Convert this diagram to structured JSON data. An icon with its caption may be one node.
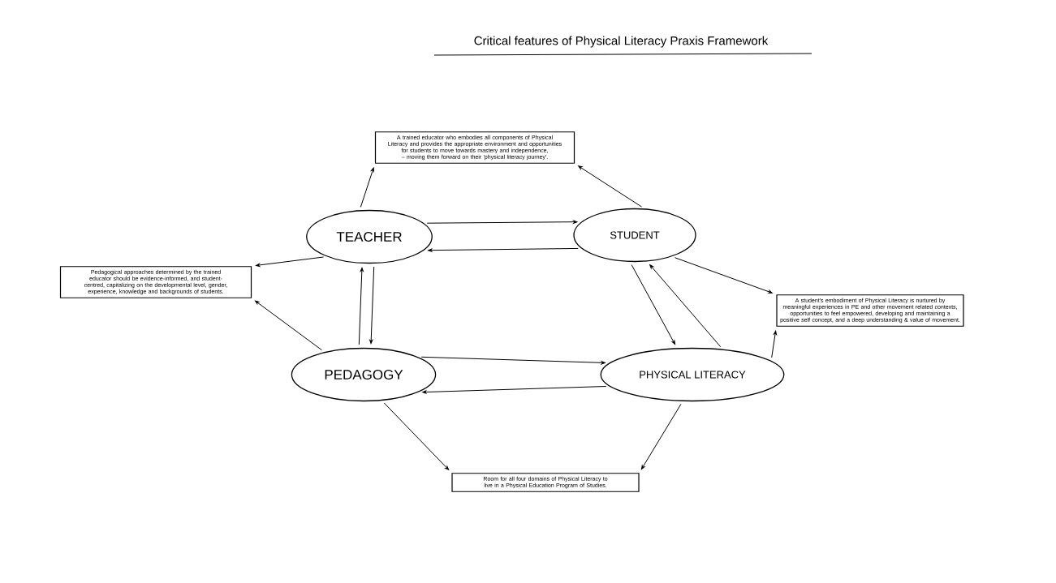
{
  "diagram": {
    "title": "Critical features of Physical Literacy Praxis Framework",
    "nodes": [
      {
        "text": [
          "TEACHER"
        ]
      },
      {
        "text": [
          "STUDENT"
        ]
      },
      {
        "text": [
          "PEDAGOGY"
        ]
      },
      {
        "text": [
          "PHYSICAL LITERACY"
        ]
      },
      {
        "text": [
          "A trained educator who embodies all components of Physical Literacy and provides the appropriate environment and opportunities for students to move towards mastery and independence, – moving them forward on their 'physical literacy journey'."
        ]
      },
      {
        "text": [
          "Pedagogical approaches determined by the trained educator should be evidence-informed, and student-centred, capitalizing on the developmental level, gender, experience, knowledge and backgrounds of students."
        ]
      },
      {
        "text": [
          "A student's embodiment of Physical Literacy is nurtured by meaningful experiences in PE and other movement related contexts, opportunities to feel empowered, developing and maintaining a positive self concept, and a deep understanding & value of movement."
        ]
      },
      {
        "text": [
          "Room for all four domains of Physical Literacy to live in a Physical Education Program of Studies."
        ]
      }
    ],
    "edges": [
      {
        "from": 0,
        "to": 1,
        "arrow": "to"
      },
      {
        "from": 1,
        "to": 0,
        "arrow": "to"
      },
      {
        "from": 0,
        "to": 4,
        "arrow": "to"
      },
      {
        "from": 1,
        "to": 4,
        "arrow": "to"
      },
      {
        "from": 0,
        "to": 5,
        "arrow": "to"
      },
      {
        "from": 1,
        "to": 6,
        "arrow": "to"
      },
      {
        "from": 0,
        "to": 2,
        "arrow": "to"
      },
      {
        "from": 2,
        "to": 0,
        "arrow": "to"
      },
      {
        "from": 1,
        "to": 3,
        "arrow": "to"
      },
      {
        "from": 3,
        "to": 1,
        "arrow": "to"
      },
      {
        "from": 2,
        "to": 3,
        "arrow": "to"
      },
      {
        "from": 3,
        "to": 2,
        "arrow": "to"
      },
      {
        "from": 2,
        "to": 5,
        "arrow": "to"
      },
      {
        "from": 3,
        "to": 6,
        "arrow": "to"
      },
      {
        "from": 2,
        "to": 7,
        "arrow": "to"
      },
      {
        "from": 3,
        "to": 7,
        "arrow": "to"
      }
    ]
  }
}
